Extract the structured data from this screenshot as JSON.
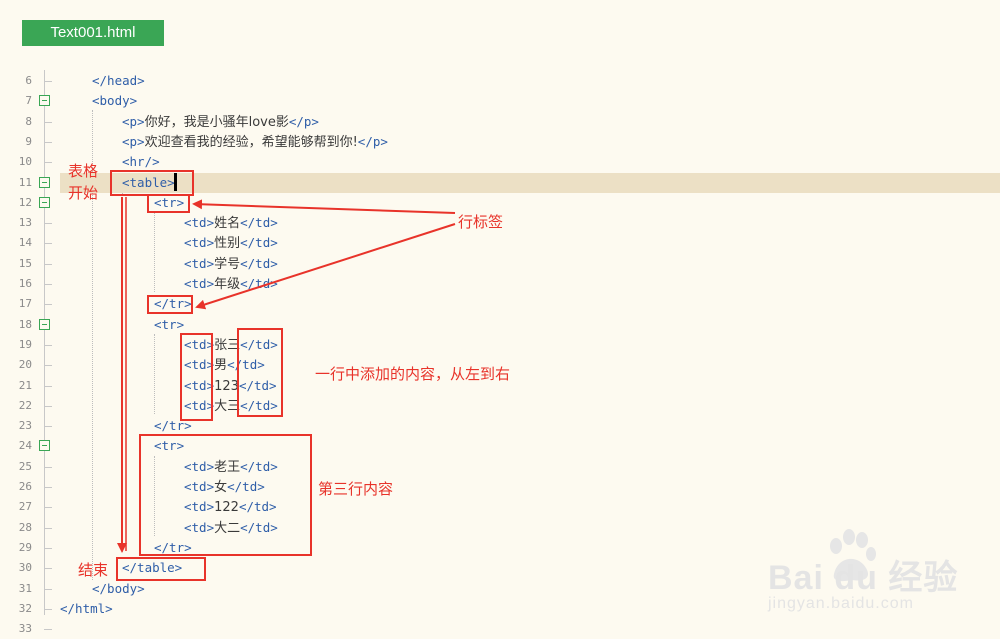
{
  "tab": {
    "filename": "Text001.html"
  },
  "code_lines": [
    {
      "num": "6",
      "indent": 1,
      "fold": false,
      "segs": [
        [
          "t",
          "</head>"
        ]
      ]
    },
    {
      "num": "7",
      "indent": 1,
      "fold": true,
      "segs": [
        [
          "t",
          "<body>"
        ]
      ]
    },
    {
      "num": "8",
      "indent": 2,
      "fold": false,
      "segs": [
        [
          "t",
          "<p>"
        ],
        [
          "x",
          "你好，我是小骚年love影"
        ],
        [
          "t",
          "</p>"
        ]
      ]
    },
    {
      "num": "9",
      "indent": 2,
      "fold": false,
      "segs": [
        [
          "t",
          "<p>"
        ],
        [
          "x",
          "欢迎查看我的经验，希望能够帮到你!"
        ],
        [
          "t",
          "</p>"
        ]
      ]
    },
    {
      "num": "10",
      "indent": 2,
      "fold": false,
      "segs": [
        [
          "t",
          "<hr/>"
        ]
      ]
    },
    {
      "num": "11",
      "indent": 2,
      "fold": true,
      "active": true,
      "segs": [
        [
          "t",
          "<table>"
        ]
      ]
    },
    {
      "num": "12",
      "indent": 3,
      "fold": true,
      "segs": [
        [
          "t",
          "<tr>"
        ]
      ]
    },
    {
      "num": "13",
      "indent": 4,
      "fold": false,
      "segs": [
        [
          "t",
          "<td>"
        ],
        [
          "x",
          "姓名"
        ],
        [
          "t",
          "</td>"
        ]
      ]
    },
    {
      "num": "14",
      "indent": 4,
      "fold": false,
      "segs": [
        [
          "t",
          "<td>"
        ],
        [
          "x",
          "性别"
        ],
        [
          "t",
          "</td>"
        ]
      ]
    },
    {
      "num": "15",
      "indent": 4,
      "fold": false,
      "segs": [
        [
          "t",
          "<td>"
        ],
        [
          "x",
          "学号"
        ],
        [
          "t",
          "</td>"
        ]
      ]
    },
    {
      "num": "16",
      "indent": 4,
      "fold": false,
      "segs": [
        [
          "t",
          "<td>"
        ],
        [
          "x",
          "年级"
        ],
        [
          "t",
          "</td>"
        ]
      ]
    },
    {
      "num": "17",
      "indent": 3,
      "fold": false,
      "segs": [
        [
          "t",
          "</tr>"
        ]
      ]
    },
    {
      "num": "18",
      "indent": 3,
      "fold": true,
      "segs": [
        [
          "t",
          "<tr>"
        ]
      ]
    },
    {
      "num": "19",
      "indent": 4,
      "fold": false,
      "segs": [
        [
          "t",
          "<td>"
        ],
        [
          "x",
          "张三"
        ],
        [
          "t",
          "</td>"
        ]
      ]
    },
    {
      "num": "20",
      "indent": 4,
      "fold": false,
      "segs": [
        [
          "t",
          "<td>"
        ],
        [
          "x",
          "男"
        ],
        [
          "t",
          "</td>"
        ]
      ]
    },
    {
      "num": "21",
      "indent": 4,
      "fold": false,
      "segs": [
        [
          "t",
          "<td>"
        ],
        [
          "x",
          "123"
        ],
        [
          "t",
          "</td>"
        ]
      ]
    },
    {
      "num": "22",
      "indent": 4,
      "fold": false,
      "segs": [
        [
          "t",
          "<td>"
        ],
        [
          "x",
          "大三"
        ],
        [
          "t",
          "</td>"
        ]
      ]
    },
    {
      "num": "23",
      "indent": 3,
      "fold": false,
      "segs": [
        [
          "t",
          "</tr>"
        ]
      ]
    },
    {
      "num": "24",
      "indent": 3,
      "fold": true,
      "segs": [
        [
          "t",
          "<tr>"
        ]
      ]
    },
    {
      "num": "25",
      "indent": 4,
      "fold": false,
      "segs": [
        [
          "t",
          "<td>"
        ],
        [
          "x",
          "老王"
        ],
        [
          "t",
          "</td>"
        ]
      ]
    },
    {
      "num": "26",
      "indent": 4,
      "fold": false,
      "segs": [
        [
          "t",
          "<td>"
        ],
        [
          "x",
          "女"
        ],
        [
          "t",
          "</td>"
        ]
      ]
    },
    {
      "num": "27",
      "indent": 4,
      "fold": false,
      "segs": [
        [
          "t",
          "<td>"
        ],
        [
          "x",
          "122"
        ],
        [
          "t",
          "</td>"
        ]
      ]
    },
    {
      "num": "28",
      "indent": 4,
      "fold": false,
      "segs": [
        [
          "t",
          "<td>"
        ],
        [
          "x",
          "大二"
        ],
        [
          "t",
          "</td>"
        ]
      ]
    },
    {
      "num": "29",
      "indent": 3,
      "fold": false,
      "segs": [
        [
          "t",
          "</tr>"
        ]
      ]
    },
    {
      "num": "30",
      "indent": 2,
      "fold": false,
      "segs": [
        [
          "t",
          "</table>"
        ]
      ]
    },
    {
      "num": "31",
      "indent": 1,
      "fold": false,
      "segs": [
        [
          "t",
          "</body>"
        ]
      ]
    },
    {
      "num": "32",
      "indent": 0,
      "fold": false,
      "segs": [
        [
          "t",
          "</html>"
        ]
      ]
    },
    {
      "num": "33",
      "indent": 0,
      "fold": false,
      "segs": []
    }
  ],
  "annotations": {
    "table_start_1": "表格",
    "table_start_2": "开始",
    "row_tag": "行标签",
    "row_content": "一行中添加的内容，从左到右",
    "third_row": "第三行内容",
    "end": "结束"
  },
  "watermark": {
    "brand": "Bai du 经验",
    "url": "jingyan.baidu.com"
  },
  "colors": {
    "tab_bg": "#3aa655",
    "annotation_red": "#e8332a",
    "tag_blue": "#2f5ea8",
    "active_line": "#ece0c5"
  },
  "icons": [
    "fold-collapse-icon",
    "text-cursor-icon",
    "baidu-paw-icon"
  ]
}
